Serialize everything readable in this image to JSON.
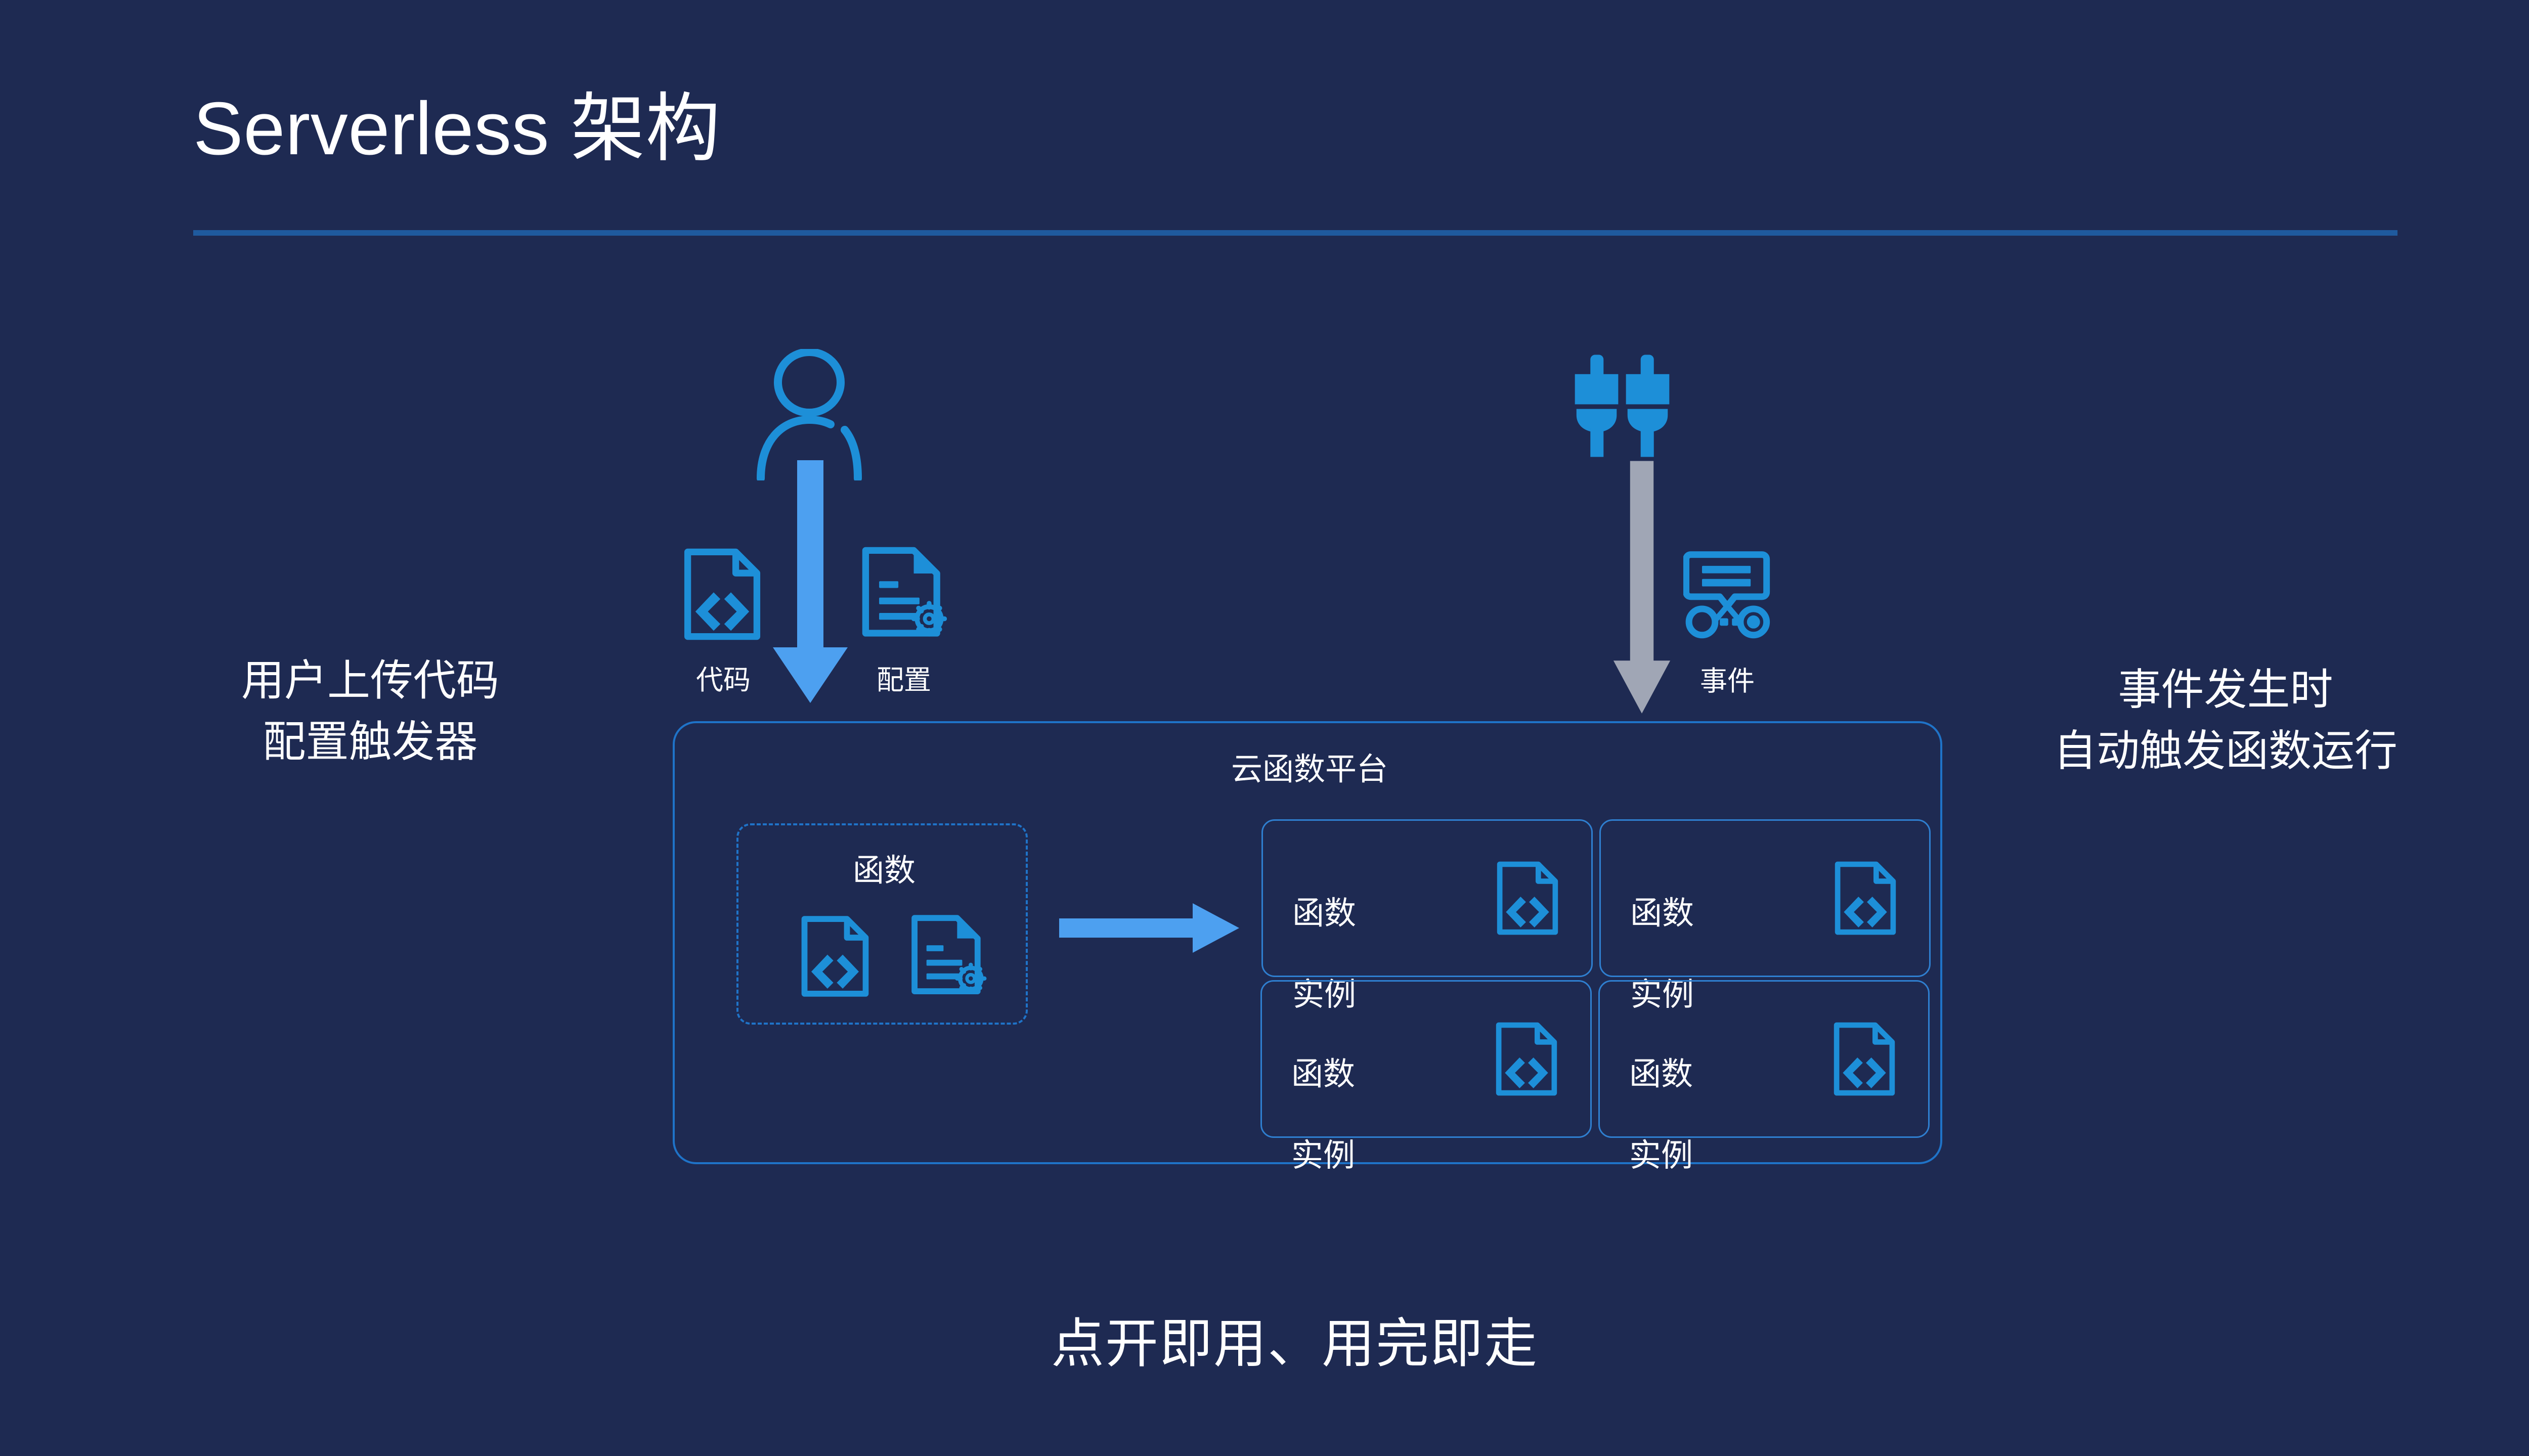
{
  "slide": {
    "background_color": "#1e2a52",
    "accent_color": "#1d8fd8",
    "arrow_color": "#4da0f0",
    "gray_arrow_color": "#a0a6b5",
    "rule_color": "#1f5a9e",
    "title": "Serverless 架构",
    "tagline": "点开即用、用完即走"
  },
  "left_cluster": {
    "caption": "用户上传代码\n配置触发器",
    "caption_line1": "用户上传代码",
    "caption_line2": "配置触发器",
    "person_icon": "person-icon",
    "code_label": "代码",
    "config_label": "配置",
    "arrow_icon": "down-arrow-icon"
  },
  "right_cluster": {
    "caption_line1": "事件发生时",
    "caption_line2": "自动触发函数运行",
    "plug_icon": "plug-icon",
    "event_label": "事件",
    "event_icon": "event-message-icon",
    "arrow_icon": "down-arrow-gray-icon"
  },
  "platform": {
    "title": "云函数平台",
    "function_box": {
      "label": "函数",
      "code_icon": "code-document-icon",
      "config_icon": "config-document-icon"
    },
    "flow_arrow": "right-arrow-icon",
    "instances": [
      {
        "line1": "函数",
        "line2": "实例",
        "icon": "code-document-icon"
      },
      {
        "line1": "函数",
        "line2": "实例",
        "icon": "code-document-icon"
      },
      {
        "line1": "函数",
        "line2": "实例",
        "icon": "code-document-icon"
      },
      {
        "line1": "函数",
        "line2": "实例",
        "icon": "code-document-icon"
      }
    ]
  }
}
